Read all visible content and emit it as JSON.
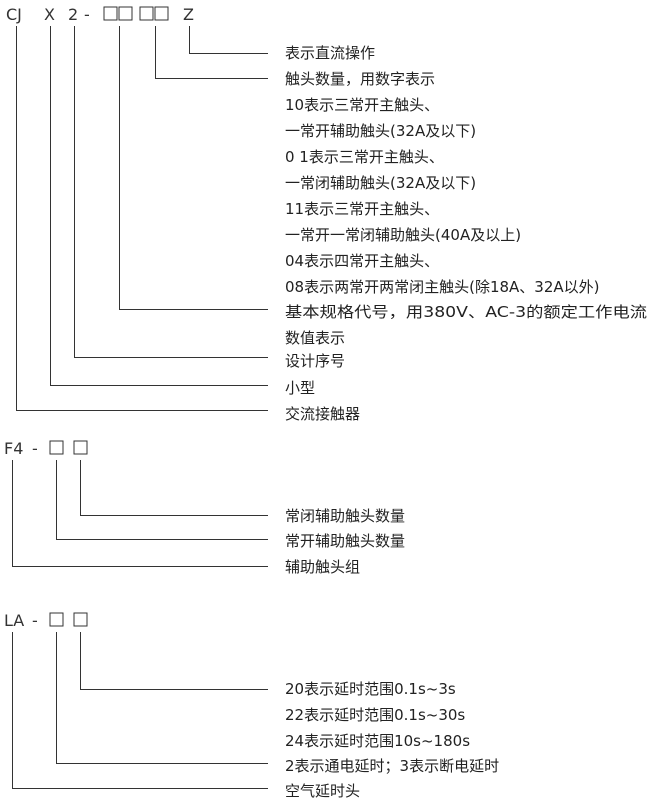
{
  "cjx2": {
    "code": {
      "prefix": "CJ",
      "series": "X",
      "design": "2",
      "dash": "-",
      "suffix": "Z"
    },
    "labels": {
      "dc_operation": "表示直流操作",
      "contacts_title": "触头数量，用数字表示",
      "c10a": "10表示三常开主触头、",
      "c10b": "一常开辅助触头(32A及以下)",
      "c01a": "0 1表示三常开主触头、",
      "c01b": "一常闭辅助触头(32A及以下)",
      "c11a": "11表示三常开主触头、",
      "c11b": "一常开一常闭辅助触头(40A及以上)",
      "c04": "04表示四常开主触头、",
      "c08": "08表示两常开两常闭主触头(除18A、32A以外)",
      "rating_a": "基本规格代号，用380V、AC-3的额定工作电流",
      "rating_b": "数值表示",
      "design_serial": "设计序号",
      "small": "小型",
      "contactor": "交流接触器"
    }
  },
  "f4": {
    "code": {
      "prefix": "F4",
      "dash": "-"
    },
    "labels": {
      "nc_aux": "常闭辅助触头数量",
      "no_aux": "常开辅助触头数量",
      "group": "辅助触头组"
    }
  },
  "la": {
    "code": {
      "prefix": "LA",
      "dash": "-"
    },
    "labels": {
      "r20": "20表示延时范围0.1s~3s",
      "r22": "22表示延时范围0.1s~30s",
      "r24": "24表示延时范围10s~180s",
      "mode": "2表示通电延时；3表示断电延时",
      "air_delay": "空气延时头"
    }
  }
}
